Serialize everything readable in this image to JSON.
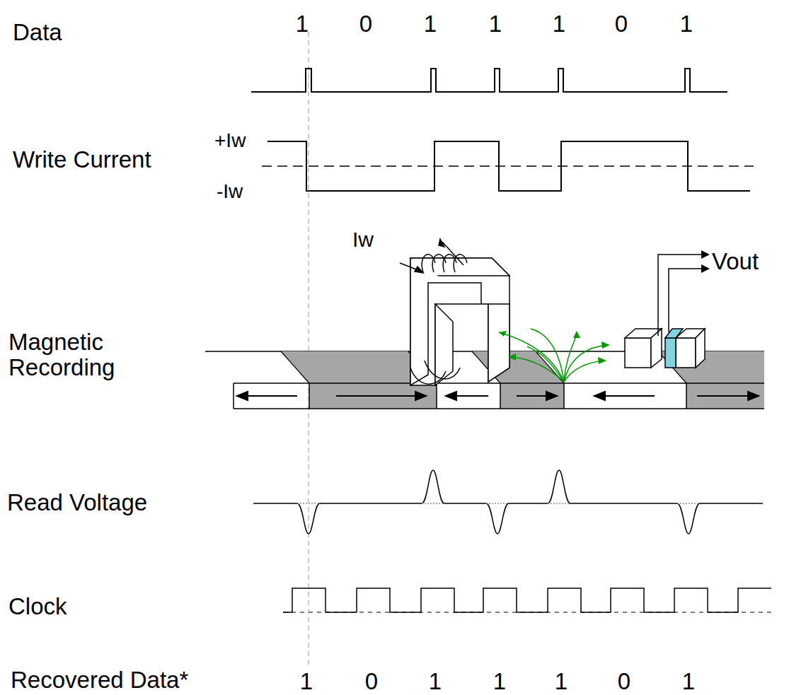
{
  "diagram": {
    "labels": [
      "Data",
      "1",
      "0",
      "1",
      "1",
      "1",
      "0",
      "1",
      "Write Current",
      "+Iw",
      "-Iw",
      "Iw",
      "Vout",
      "Magnetic Recording",
      "Read Voltage",
      "Clock",
      "Recovered Data*",
      "1",
      "0",
      "1",
      "1",
      "1",
      "0",
      "1"
    ]
  }
}
